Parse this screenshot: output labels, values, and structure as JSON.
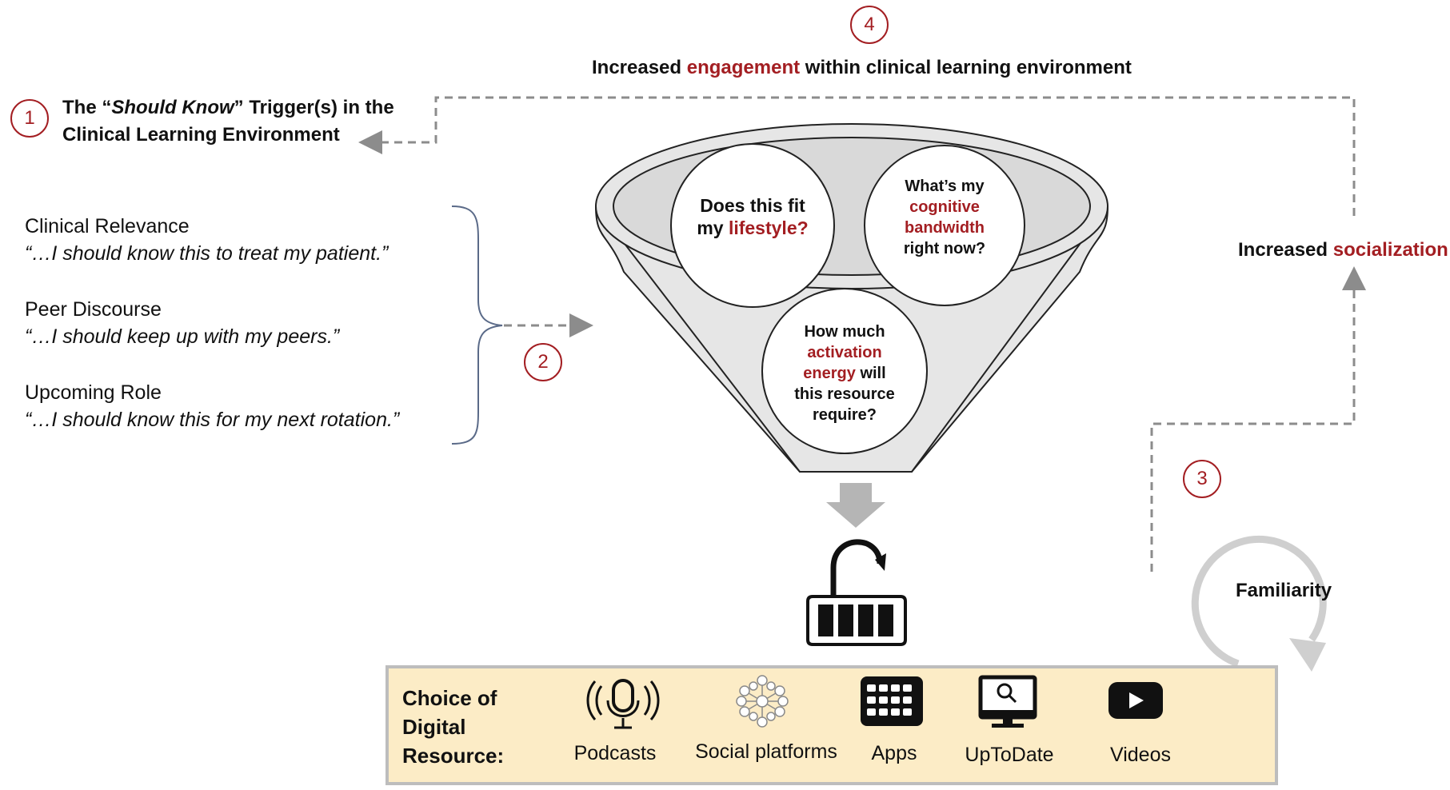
{
  "steps": {
    "s1": "1",
    "s2": "2",
    "s3": "3",
    "s4": "4"
  },
  "engagement": {
    "pre": "Increased ",
    "highlight": "engagement",
    "post": " within clinical learning environment"
  },
  "trigger_title": {
    "pre": "The “",
    "italic": "Should Know",
    "post": "” Trigger(s)  in the",
    "line2": "Clinical  Learning Environment"
  },
  "triggers": [
    {
      "name": "Clinical Relevance",
      "quote": "“…I should know this to treat my patient.”"
    },
    {
      "name": "Peer Discourse",
      "quote": "“…I should keep up with my peers.”"
    },
    {
      "name": "Upcoming Role",
      "quote": "“…I should know this for my next rotation.”"
    }
  ],
  "bubbles": {
    "lifestyle": {
      "l1": "Does this fit",
      "l2pre": "my ",
      "l2hl": "lifestyle?"
    },
    "bandwidth": {
      "l1": "What’s my",
      "l2hl": "cognitive",
      "l3hl": "bandwidth",
      "l4": "right now?"
    },
    "activation": {
      "l1": "How much",
      "l2hl": "activation",
      "l3hl": "energy",
      "l3post": " will",
      "l4": "this resource",
      "l5": "require?"
    }
  },
  "socialization": {
    "pre": "Increased ",
    "highlight": "socialization"
  },
  "familiarity": "Familiarity",
  "resource_box": {
    "title_l1": "Choice of",
    "title_l2": "Digital",
    "title_l3": "Resource:",
    "items": [
      {
        "label": "Podcasts",
        "icon": "podcast-microphone-icon"
      },
      {
        "label": "Social platforms",
        "icon": "social-network-icon"
      },
      {
        "label": "Apps",
        "icon": "apps-grid-icon"
      },
      {
        "label": "UpToDate",
        "icon": "monitor-search-icon"
      },
      {
        "label": "Videos",
        "icon": "video-play-icon"
      }
    ]
  },
  "colors": {
    "accent": "#a31e22",
    "funnel": "#e6e6e6",
    "box": "#fcecc6",
    "dash": "#8c8c8c"
  }
}
